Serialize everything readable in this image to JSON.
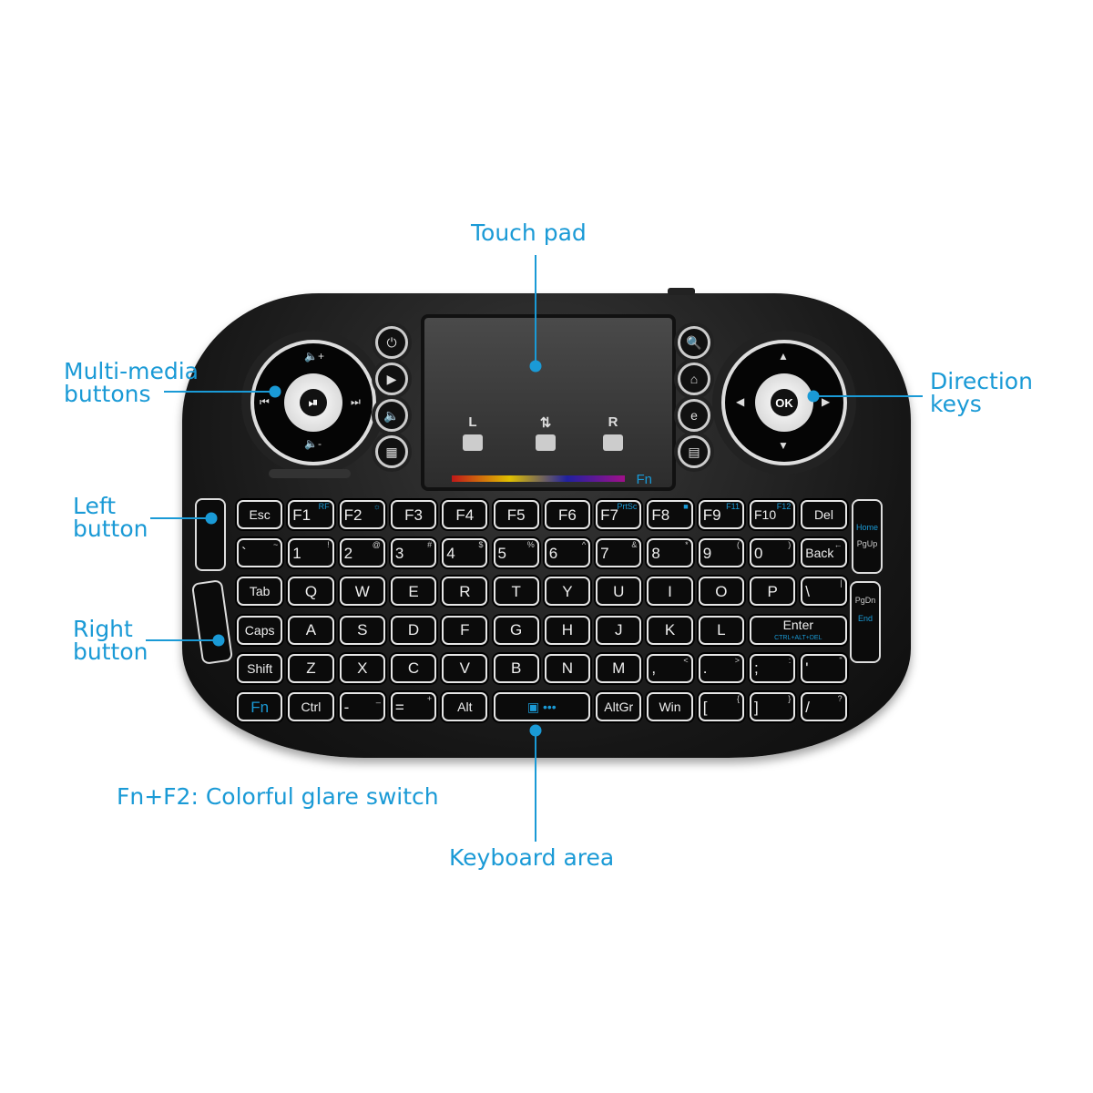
{
  "labels": {
    "touch_pad": "Touch pad",
    "multimedia": [
      "Multi-media",
      "buttons"
    ],
    "direction": [
      "Direction",
      "keys"
    ],
    "left_button": [
      "Left",
      "button"
    ],
    "right_button": [
      "Right",
      "button"
    ],
    "fn_f2": "Fn+F2:  Colorful glare switch",
    "keyboard_area": "Keyboard area"
  },
  "touchpad": {
    "gestures": [
      "L",
      "⇅",
      "R"
    ],
    "fn": "Fn"
  },
  "media_wheel": {
    "center": "⏯",
    "up": "🔈+",
    "down": "🔈-",
    "left": "⏮",
    "right": "⏭"
  },
  "direction_wheel": {
    "center": "OK",
    "up": "▲",
    "down": "▼",
    "left": "◀",
    "right": "▶"
  },
  "left_round_buttons": [
    "⏻",
    "▶",
    "🔈",
    "▦"
  ],
  "right_round_buttons": [
    "🔍",
    "⌂",
    "e",
    "▤"
  ],
  "side_keys": {
    "right_top": [
      "Home",
      "PgUp"
    ],
    "right_bottom": [
      "PgDn",
      "End"
    ]
  },
  "key_rows": [
    [
      [
        "Esc",
        ""
      ],
      [
        "F1",
        "RF"
      ],
      [
        "F2",
        "☼"
      ],
      [
        "F3",
        ""
      ],
      [
        "F4",
        ""
      ],
      [
        "F5",
        ""
      ],
      [
        "F6",
        ""
      ],
      [
        "F7",
        "PrtSc"
      ],
      [
        "F8",
        "■"
      ],
      [
        "F9",
        "F11"
      ],
      [
        "F10",
        "F12"
      ],
      [
        "Del",
        ""
      ]
    ],
    [
      [
        "`",
        "~"
      ],
      [
        "1",
        "!"
      ],
      [
        "2",
        "@"
      ],
      [
        "3",
        "#"
      ],
      [
        "4",
        "$"
      ],
      [
        "5",
        "%"
      ],
      [
        "6",
        "^"
      ],
      [
        "7",
        "&"
      ],
      [
        "8",
        "*"
      ],
      [
        "9",
        "("
      ],
      [
        "0",
        ")"
      ],
      [
        "Back",
        "←"
      ]
    ],
    [
      [
        "Tab",
        ""
      ],
      [
        "Q",
        ""
      ],
      [
        "W",
        ""
      ],
      [
        "E",
        ""
      ],
      [
        "R",
        ""
      ],
      [
        "T",
        ""
      ],
      [
        "Y",
        ""
      ],
      [
        "U",
        ""
      ],
      [
        "I",
        ""
      ],
      [
        "O",
        ""
      ],
      [
        "P",
        ""
      ],
      [
        "\\",
        "|"
      ]
    ],
    [
      [
        "Caps",
        ""
      ],
      [
        "A",
        ""
      ],
      [
        "S",
        ""
      ],
      [
        "D",
        ""
      ],
      [
        "F",
        ""
      ],
      [
        "G",
        ""
      ],
      [
        "H",
        ""
      ],
      [
        "J",
        ""
      ],
      [
        "K",
        ""
      ],
      [
        "L",
        ""
      ],
      [
        "Enter",
        "CTRL+ALT+DEL"
      ]
    ],
    [
      [
        "Shift",
        ""
      ],
      [
        "Z",
        ""
      ],
      [
        "X",
        ""
      ],
      [
        "C",
        ""
      ],
      [
        "V",
        ""
      ],
      [
        "B",
        ""
      ],
      [
        "N",
        ""
      ],
      [
        "M",
        ""
      ],
      [
        ",",
        "<"
      ],
      [
        ".",
        ">"
      ],
      [
        ";",
        ":"
      ],
      [
        "'",
        "\""
      ]
    ],
    [
      [
        "Fn",
        ""
      ],
      [
        "Ctrl",
        ""
      ],
      [
        "-",
        "_"
      ],
      [
        "=",
        "+"
      ],
      [
        "Alt",
        ""
      ],
      [
        "▣ •••",
        ""
      ],
      [
        "AltGr",
        ""
      ],
      [
        "Win",
        ""
      ],
      [
        "[",
        "{"
      ],
      [
        "]",
        "}"
      ],
      [
        "/",
        "?"
      ]
    ]
  ],
  "colors": {
    "accent": "#1a9ad6"
  }
}
